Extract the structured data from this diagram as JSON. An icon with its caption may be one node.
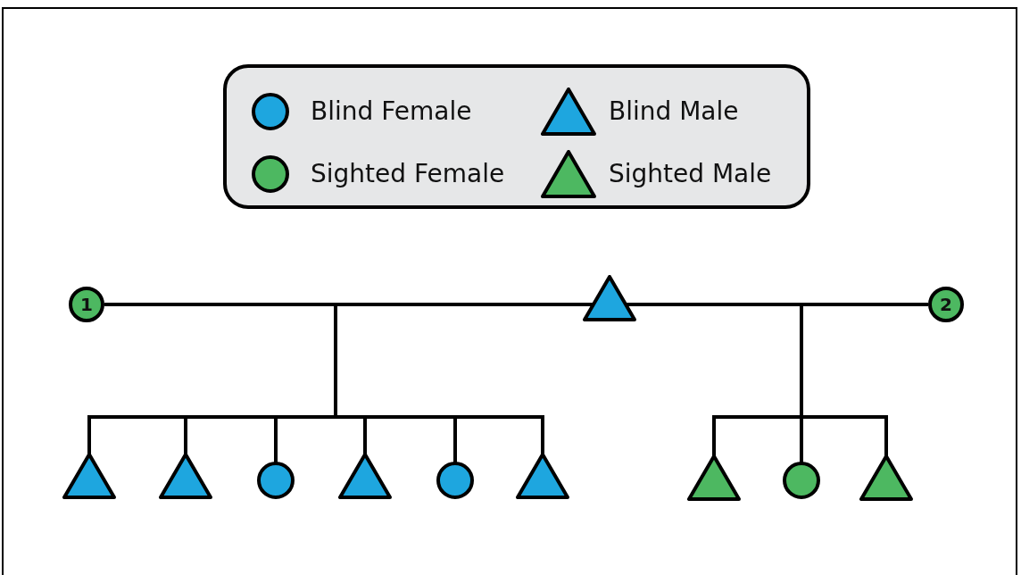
{
  "diagram": {
    "nodes": [
      {
        "text": [
          "1"
        ]
      },
      {
        "text": [],
        "shape": "triangle"
      },
      {
        "text": [
          "2"
        ]
      },
      {
        "text": [],
        "shape": "triangle"
      },
      {
        "text": [],
        "shape": "triangle"
      },
      {
        "text": [],
        "shape": "circle"
      },
      {
        "text": [],
        "shape": "triangle"
      },
      {
        "text": [],
        "shape": "circle"
      },
      {
        "text": [],
        "shape": "triangle"
      },
      {
        "text": [],
        "shape": "triangle"
      },
      {
        "text": [],
        "shape": "circle"
      },
      {
        "text": [],
        "shape": "triangle"
      }
    ],
    "edges": [
      {
        "from": 0,
        "to": 1,
        "arrow": "none"
      },
      {
        "from": 1,
        "to": 2,
        "arrow": "none"
      },
      {
        "from": 0,
        "to": 3,
        "arrow": "none"
      },
      {
        "from": 1,
        "to": 3,
        "arrow": "none"
      },
      {
        "from": 0,
        "to": 4,
        "arrow": "none"
      },
      {
        "from": 1,
        "to": 4,
        "arrow": "none"
      },
      {
        "from": 0,
        "to": 5,
        "arrow": "none"
      },
      {
        "from": 1,
        "to": 5,
        "arrow": "none"
      },
      {
        "from": 0,
        "to": 6,
        "arrow": "none"
      },
      {
        "from": 1,
        "to": 6,
        "arrow": "none"
      },
      {
        "from": 0,
        "to": 7,
        "arrow": "none"
      },
      {
        "from": 1,
        "to": 7,
        "arrow": "none"
      },
      {
        "from": 0,
        "to": 8,
        "arrow": "none"
      },
      {
        "from": 1,
        "to": 8,
        "arrow": "none"
      },
      {
        "from": 1,
        "to": 9,
        "arrow": "none"
      },
      {
        "from": 2,
        "to": 9,
        "arrow": "none"
      },
      {
        "from": 1,
        "to": 10,
        "arrow": "none"
      },
      {
        "from": 2,
        "to": 10,
        "arrow": "none"
      },
      {
        "from": 1,
        "to": 11,
        "arrow": "none"
      },
      {
        "from": 2,
        "to": 11,
        "arrow": "none"
      }
    ],
    "legend": [
      {
        "text": "Blind Female",
        "color": "#1ea6df"
      },
      {
        "text": "Blind Male",
        "color": "#1ea6df"
      },
      {
        "text": "Sighted Female",
        "color": "#4db861"
      },
      {
        "text": "Sighted Male",
        "color": "#4db861"
      }
    ]
  }
}
